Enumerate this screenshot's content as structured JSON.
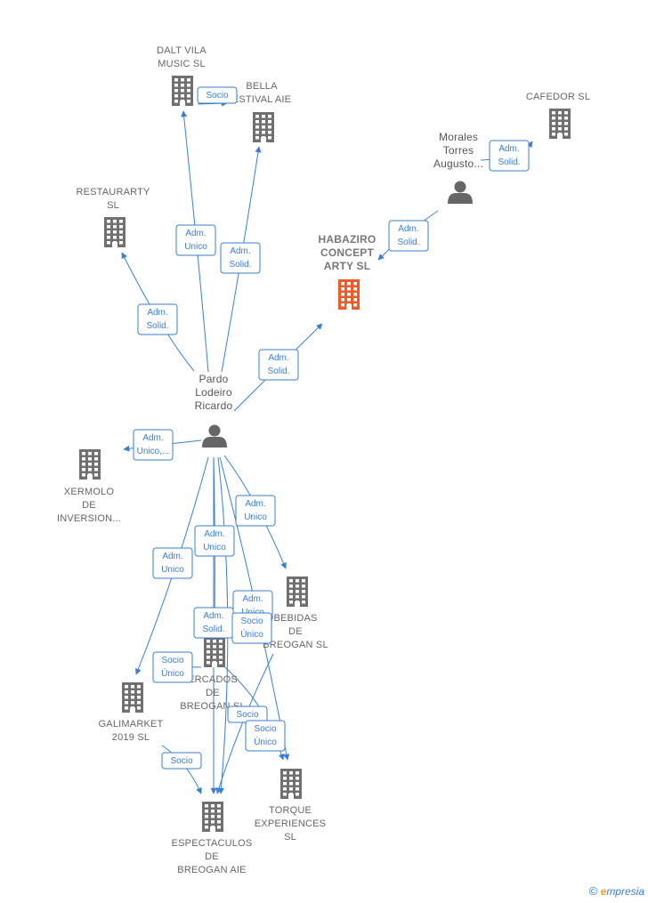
{
  "colors": {
    "edge": "#3a7fd5",
    "building": "#707070",
    "focus_building": "#f05a28",
    "person": "#666666"
  },
  "nodes": [
    {
      "id": "dalt",
      "kind": "company",
      "icon": "building-icon",
      "label": [
        "DALT VILA",
        "MUSIC  SL"
      ]
    },
    {
      "id": "bella",
      "kind": "company",
      "icon": "building-icon",
      "label": [
        "BELLA",
        "ESTIVAL  AIE"
      ]
    },
    {
      "id": "cafedor",
      "kind": "company",
      "icon": "building-icon",
      "label": [
        "CAFEDOR  SL"
      ]
    },
    {
      "id": "morales",
      "kind": "person",
      "icon": "person-icon",
      "label": [
        "Morales",
        "Torres",
        "Augusto..."
      ]
    },
    {
      "id": "restaurarty",
      "kind": "company",
      "icon": "building-icon",
      "label": [
        "RESTAURARTY",
        "SL"
      ]
    },
    {
      "id": "habaziro",
      "kind": "focus",
      "icon": "building-icon",
      "label": [
        "HABAZIRO",
        "CONCEPT",
        "ARTY  SL"
      ]
    },
    {
      "id": "pardo",
      "kind": "person",
      "icon": "person-icon",
      "label": [
        "Pardo",
        "Lodeiro",
        "Ricardo"
      ]
    },
    {
      "id": "xermolo",
      "kind": "company",
      "icon": "building-icon",
      "label": [
        "XERMOLO",
        "DE",
        "INVERSION..."
      ]
    },
    {
      "id": "bebidas",
      "kind": "company",
      "icon": "building-icon",
      "label": [
        "BEBIDAS",
        "DE",
        "BREOGAN  SL"
      ]
    },
    {
      "id": "mercados",
      "kind": "company",
      "icon": "building-icon",
      "label": [
        "ERCADOS",
        "DE",
        "BREOGAN  SL"
      ]
    },
    {
      "id": "galimarket",
      "kind": "company",
      "icon": "building-icon",
      "label": [
        "GALIMARKET",
        "2019  SL"
      ]
    },
    {
      "id": "torque",
      "kind": "company",
      "icon": "building-icon",
      "label": [
        "TORQUE",
        "EXPERIENCES",
        "SL"
      ]
    },
    {
      "id": "espectaculos",
      "kind": "company",
      "icon": "building-icon",
      "label": [
        "ESPECTACULOS",
        "DE",
        "BREOGAN AIE"
      ]
    }
  ],
  "edges": [
    {
      "from": "pardo",
      "to": "dalt",
      "label": [
        "Adm.",
        "Unico"
      ]
    },
    {
      "from": "dalt",
      "to": "bella",
      "label": [
        "Socio"
      ]
    },
    {
      "from": "pardo",
      "to": "bella",
      "label": [
        "Adm.",
        "Solid."
      ]
    },
    {
      "from": "pardo",
      "to": "restaurarty",
      "label": [
        "Adm.",
        "Solid."
      ]
    },
    {
      "from": "pardo",
      "to": "habaziro",
      "label": [
        "Adm.",
        "Solid."
      ]
    },
    {
      "from": "morales",
      "to": "habaziro",
      "label": [
        "Adm.",
        "Solid."
      ]
    },
    {
      "from": "morales",
      "to": "cafedor",
      "label": [
        "Adm.",
        "Solid."
      ]
    },
    {
      "from": "pardo",
      "to": "xermolo",
      "label": [
        "Adm.",
        "Unico,..."
      ]
    },
    {
      "from": "pardo",
      "to": "bebidas",
      "label": [
        "Adm.",
        "Unico"
      ]
    },
    {
      "from": "pardo",
      "to": "mercados",
      "label": [
        "Adm.",
        "Unico"
      ]
    },
    {
      "from": "pardo",
      "to": "galimarket",
      "label": [
        "Adm.",
        "Unico"
      ]
    },
    {
      "from": "pardo",
      "to": "espectaculos",
      "label": [
        "Adm.",
        "Solid."
      ]
    },
    {
      "from": "pardo",
      "to": "torque",
      "label": [
        "Adm.",
        "Unico"
      ]
    },
    {
      "from": "mercados",
      "to": "espectaculos",
      "label": [
        "Socio",
        "Único"
      ]
    },
    {
      "from": "galimarket",
      "to": "espectaculos",
      "label": [
        "Socio"
      ]
    },
    {
      "from": "bebidas",
      "to": "espectaculos",
      "label": [
        "Socio"
      ]
    },
    {
      "from": "pardo",
      "to": "espectaculos",
      "label": [
        "Socio",
        "Único"
      ]
    },
    {
      "from": "mercados",
      "to": "torque",
      "label": [
        "Socio",
        "Único"
      ]
    }
  ],
  "brand": {
    "copyright": "©",
    "first_letter": "e",
    "rest": "mpresia"
  }
}
